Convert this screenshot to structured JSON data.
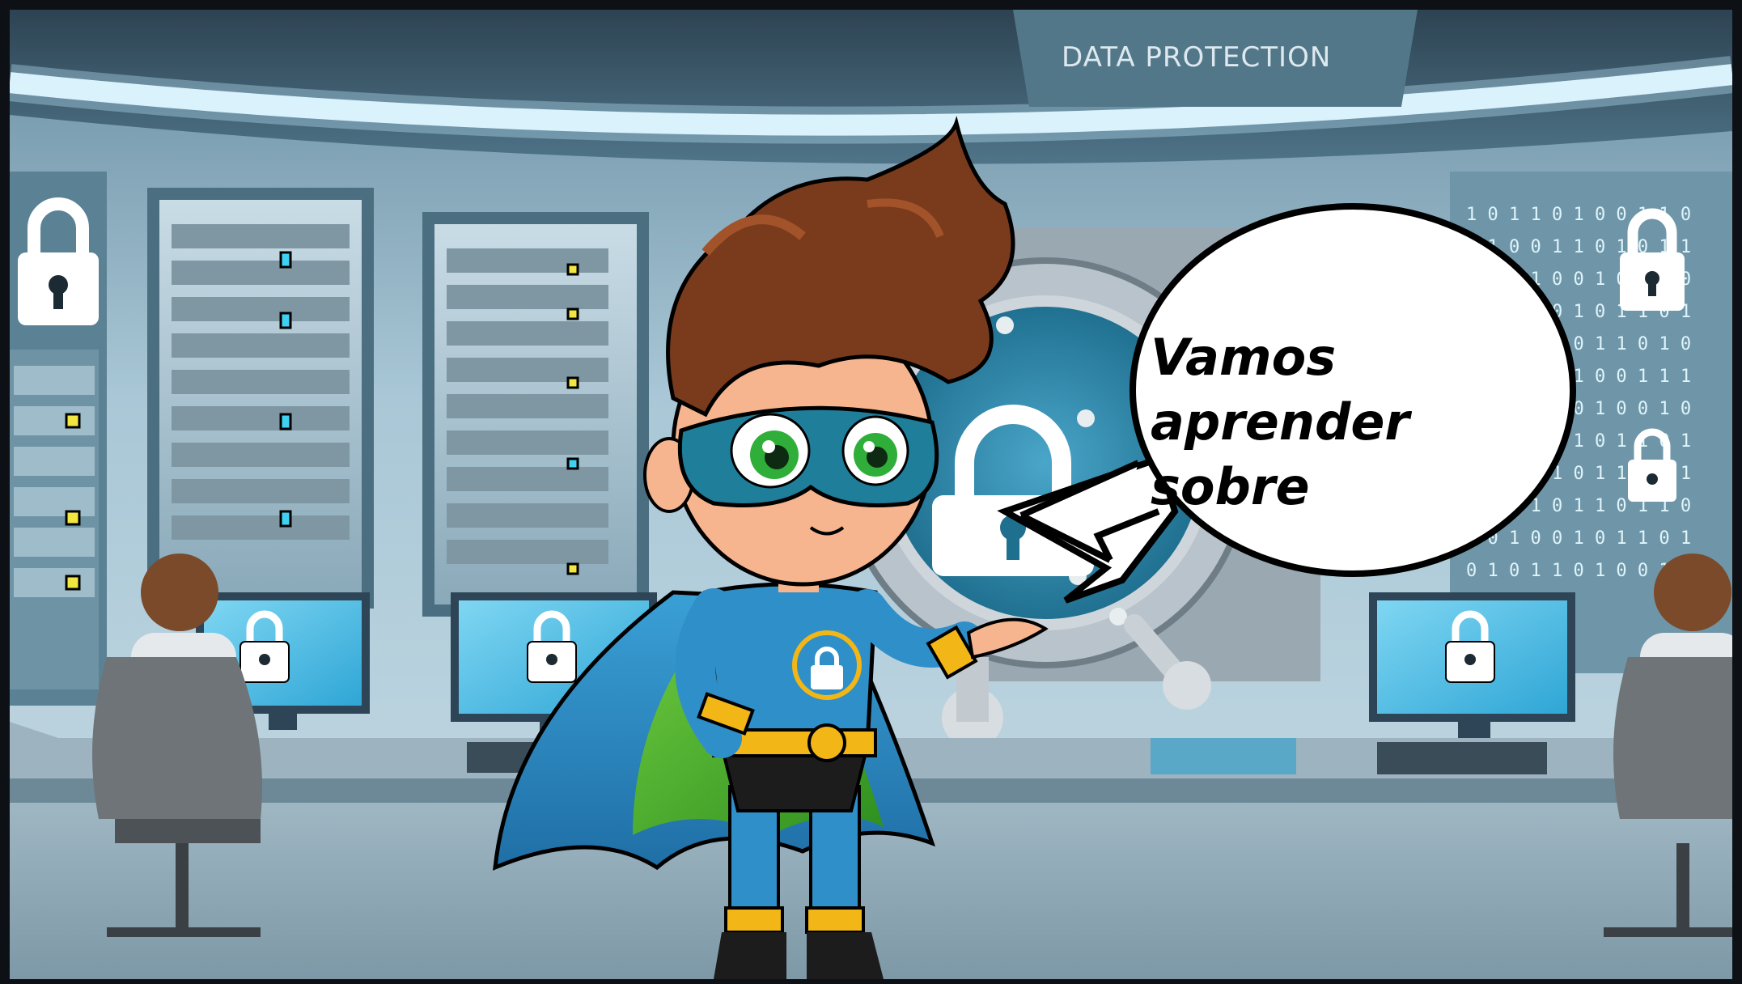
{
  "sign": {
    "text": "DATA PROTECTION"
  },
  "speech_bubble": {
    "line1": "Vamos aprender",
    "line2": "sobre"
  },
  "colors": {
    "frame": "#0d1116",
    "wall": "#8fb3c7",
    "ceiling_glow": "#e9f6fb",
    "cape_outer": "#2f8fc9",
    "cape_inner": "#4caf2f",
    "suit": "#2f8fc9",
    "mask": "#1f7f9a",
    "hair": "#7a3b1c",
    "belt": "#f2b617",
    "vault": "#b9c3cb",
    "lock_fill": "#ffffff"
  },
  "icons": [
    "padlock-icon",
    "vault-door-icon",
    "server-rack-icon",
    "monitor-icon",
    "binary-code-icon"
  ]
}
